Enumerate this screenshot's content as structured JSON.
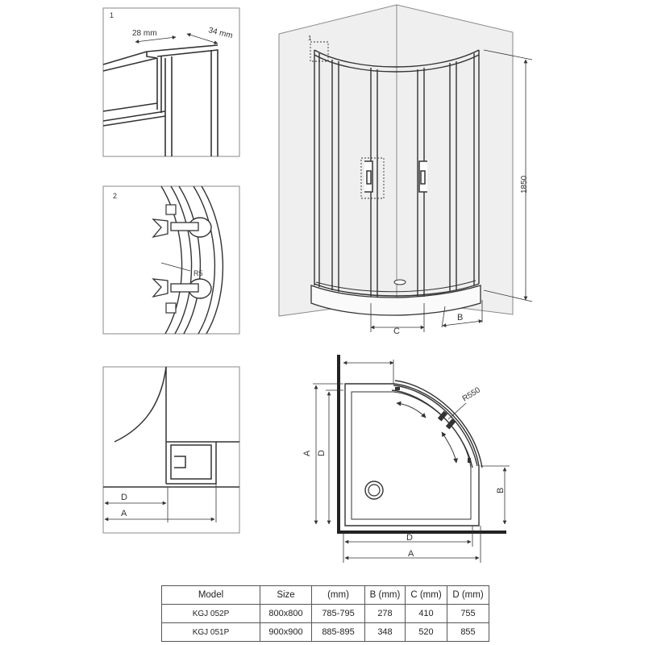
{
  "details": {
    "detail1": {
      "number": "1",
      "width_label": "28 mm",
      "depth_label": "34 mm"
    },
    "detail2": {
      "number": "2",
      "angle_label": "R5"
    },
    "detail3": {
      "label_d": "D",
      "label_a": "A"
    }
  },
  "elevation": {
    "callout": "1",
    "height_label": "1850",
    "label_c": "C",
    "label_b": "B"
  },
  "plan": {
    "radius_label": "R550",
    "label_a_left": "A",
    "label_d_left": "D",
    "label_b_right": "B",
    "label_d_bottom": "D",
    "label_a_bottom": "A"
  },
  "table": {
    "headers": [
      "Model",
      "Size",
      "(mm)",
      "B (mm)",
      "C (mm)",
      "D (mm)"
    ],
    "rows": [
      [
        "KGJ 052P",
        "800x800",
        "785-795",
        "278",
        "410",
        "755"
      ],
      [
        "KGJ 051P",
        "900x900",
        "885-895",
        "348",
        "520",
        "855"
      ]
    ]
  },
  "colors": {
    "line": "#333333",
    "wall_fill": "#efefef",
    "panel_border": "#8a8a8a"
  }
}
